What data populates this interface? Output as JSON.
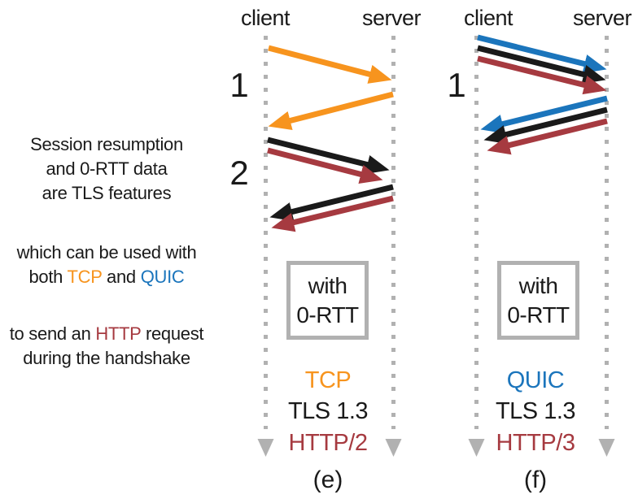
{
  "intro": {
    "line1": "Session resumption",
    "line2": "and 0-RTT data",
    "line3": "are TLS features",
    "line4": "which can be used with",
    "line5_pre": "both ",
    "line5_tcp": "TCP",
    "line5_and": " and ",
    "line5_quic": "QUIC",
    "line6_pre": "to send an ",
    "line6_http": "HTTP",
    "line6_post": " request",
    "line7": "during the handshake"
  },
  "diagram_e": {
    "client": "client",
    "server": "server",
    "rtt1": "1",
    "rtt2": "2",
    "box": {
      "line1": "with",
      "line2": "0-RTT"
    },
    "stack": {
      "transport": "TCP",
      "tls": "TLS 1.3",
      "http": "HTTP/2"
    },
    "caption": "(e)"
  },
  "diagram_f": {
    "client": "client",
    "server": "server",
    "rtt1": "1",
    "box": {
      "line1": "with",
      "line2": "0-RTT"
    },
    "stack": {
      "transport": "QUIC",
      "tls": "TLS 1.3",
      "http": "HTTP/3"
    },
    "caption": "(f)"
  },
  "colors": {
    "tcp_orange": "#F7941E",
    "quic_blue": "#1B75BC",
    "http_red": "#A63A40",
    "tls_black": "#1A1A1A",
    "timeline_gray": "#B1B1B1"
  },
  "icons": {
    "lifeline": "dotted-vertical-timeline",
    "timeline_end": "down-triangle-icon",
    "message": "diagonal-arrow-icon"
  }
}
